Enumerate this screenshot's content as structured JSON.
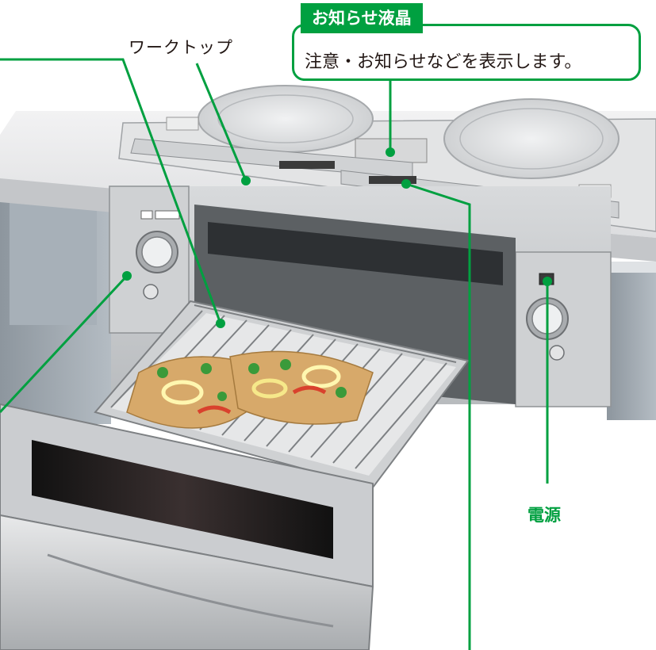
{
  "labels": {
    "worktop": "ワークトップ",
    "notice_title": "お知らせ液晶",
    "notice_desc": "注意・お知らせなどを表示します。",
    "power": "電源"
  },
  "colors": {
    "leader": "#00a040",
    "leader_dot": "#00a040",
    "callout_fill": "#00a040",
    "steel": "#c9cccf",
    "glass": "#e6e7e8",
    "window": "#231815"
  }
}
